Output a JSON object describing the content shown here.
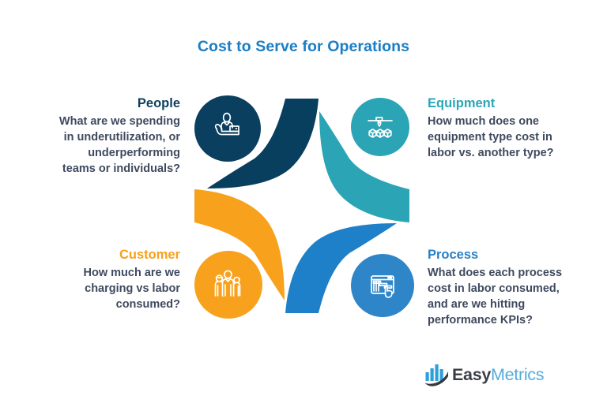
{
  "title": {
    "text": "Cost to Serve for Operations",
    "color": "#1b7ec5"
  },
  "quadrants": {
    "people": {
      "heading": "People",
      "heading_color": "#0d4060",
      "body_lines": [
        "What are we spending",
        "in underutilization, or",
        "underperforming",
        "teams or individuals?"
      ],
      "icon": "person-in-hand-icon",
      "circle_color": "#0a3f5f"
    },
    "equipment": {
      "heading": "Equipment",
      "heading_color": "#2aa6b5",
      "body_lines": [
        "How much does one",
        "equipment type cost in",
        "labor vs. another type?"
      ],
      "icon": "robotic-arm-cubes-icon",
      "circle_color": "#2ba5b5"
    },
    "customer": {
      "heading": "Customer",
      "heading_color": "#f7a11c",
      "body_lines": [
        "How much are we",
        "charging vs labor",
        "consumed?"
      ],
      "icon": "people-group-icon",
      "circle_color": "#f7a11c"
    },
    "process": {
      "heading": "Process",
      "heading_color": "#2980c5",
      "body_lines": [
        "What does each process",
        "cost in labor consumed,",
        "and are we hitting",
        "performance KPIs?"
      ],
      "icon": "dashboard-pointer-icon",
      "circle_color": "#2e85c8"
    }
  },
  "pinwheel": {
    "colors": {
      "top": "#093f5e",
      "right": "#2ba5b5",
      "bottom": "#1e80c8",
      "left": "#f7a11c"
    }
  },
  "body_text_color": "#3e4a5f",
  "logo": {
    "easy": "Easy",
    "metrics": "Metrics",
    "easy_color": "#3a3f45",
    "metrics_color": "#55abdb",
    "icon": "bar-chart-swoosh-icon",
    "bar_color": "#2da0d8",
    "swoosh_color": "#363a40"
  }
}
